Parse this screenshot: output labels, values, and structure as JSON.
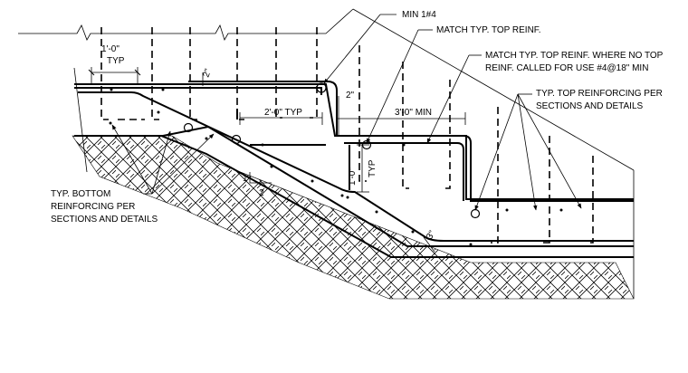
{
  "labels": {
    "min_1_4": "MIN 1#4",
    "match_top": "MATCH TYP. TOP REINF.",
    "match_top_where_1": "MATCH TYP. TOP REINF. WHERE NO TOP",
    "match_top_where_2": "REINF. CALLED FOR USE #4@18\" MIN",
    "typ_top_1": "TYP. TOP REINFORCING PER",
    "typ_top_2": "SECTIONS AND DETAILS",
    "typ_bottom_1": "TYP. BOTTOM",
    "typ_bottom_2": "REINFORCING PER",
    "typ_bottom_3": "SECTIONS AND DETAILS"
  },
  "dimensions": {
    "one_foot_typ_1": "1'-0\"",
    "one_foot_typ_2": "TYP",
    "two_in_top": "2\"",
    "two_in_mid": "2\"",
    "two_foot_typ": "2'-0\" TYP",
    "three_foot_min": "3'-0\" MIN",
    "one_foot_vert_1": "1'-0\"",
    "one_foot_vert_2": "TYP",
    "three_in": "3\"",
    "slope_rise": "1",
    "slope_run": "2"
  }
}
